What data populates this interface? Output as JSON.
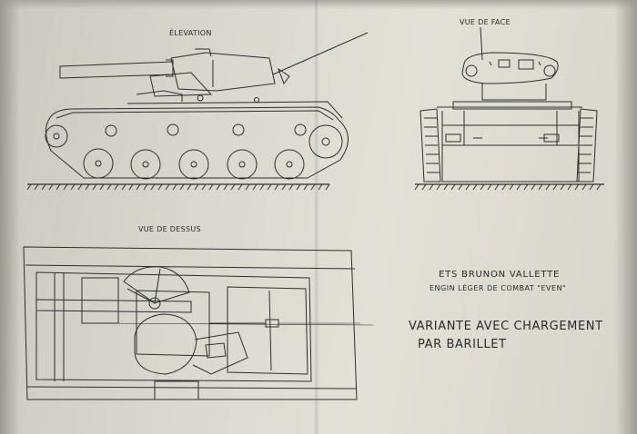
{
  "views": {
    "elevation": "ÉLEVATION",
    "front": "VUE DE FACE",
    "top": "VUE DE DESSUS"
  },
  "caption": {
    "company": "ETS BRUNON VALLETTE",
    "subtitle": "ENGIN LÉGER DE COMBAT \"EVEN\"",
    "variant_line1": "VARIANTE AVEC CHARGEMENT",
    "variant_line2": "PAR BARILLET"
  },
  "colors": {
    "paper": "#dcdbd0",
    "ink": "#2a2a2a"
  }
}
